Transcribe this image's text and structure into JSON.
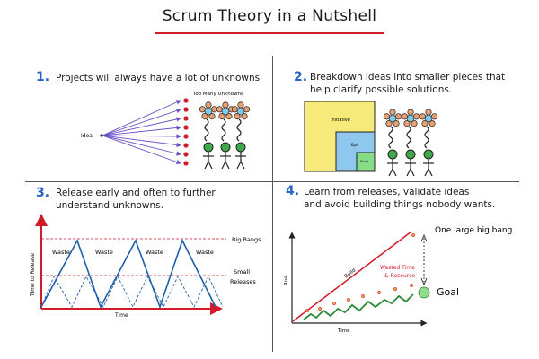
{
  "title": "Scrum Theory in a Nutshell",
  "sections": [
    {
      "number": "1.",
      "text": "Projects will always have a lot of unknowns"
    },
    {
      "number": "2.",
      "text_line1": "Breakdown ideas into smaller pieces that",
      "text_line2": "help clarify possible solutions."
    },
    {
      "number": "3.",
      "text_line1": "Release early and often to further",
      "text_line2": "understand unknowns."
    },
    {
      "number": "4.",
      "text_line1": "Learn from releases, validate ideas",
      "text_line2": "and avoid building things nobody wants."
    }
  ],
  "panel1": {
    "idea_label": "Idea",
    "unknowns_label": "Too Many Unknowns"
  },
  "panel2": {
    "initiative_label": "Initiative",
    "epic_label": "Epic",
    "story_label": "Story"
  },
  "panel3": {
    "y_axis_label": "Time to Release",
    "x_axis_label": "Time",
    "big_bangs_label": "Big Bangs",
    "small_releases_line1": "Small",
    "small_releases_line2": "Releases",
    "waste_labels": [
      "Waste",
      "Waste",
      "Waste",
      "Waste"
    ]
  },
  "panel4": {
    "y_axis_label": "Risk",
    "x_axis_label": "Time",
    "build_label": "Build",
    "wasted_line1": "Wasted Time",
    "wasted_line2": "& Resource",
    "big_bang_label": "One large big bang.",
    "goal_label": "Goal"
  },
  "colors": {
    "accent_blue": "#2563c7",
    "accent_red": "#d11a2a",
    "arrow_purple": "#6a4fc9",
    "goal_green": "#8fdc8a"
  }
}
